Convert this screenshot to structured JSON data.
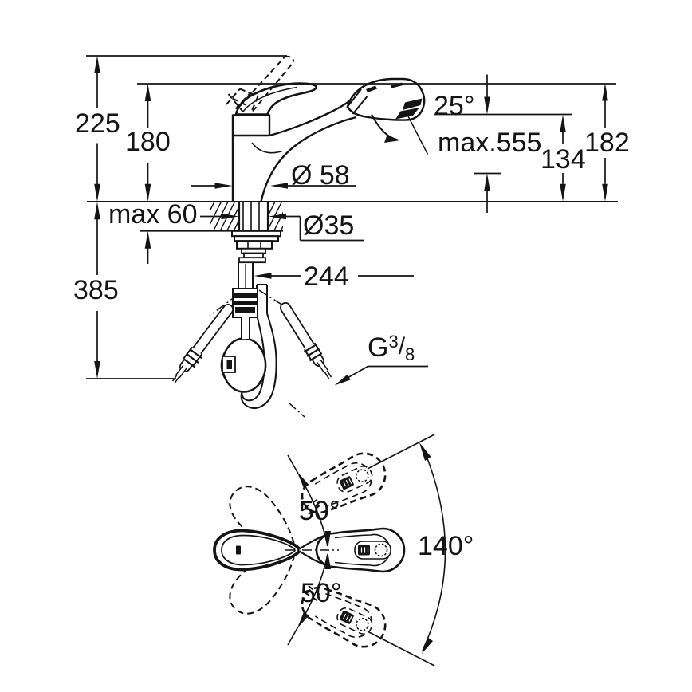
{
  "drawing": {
    "type": "faucet-installation-dimension-diagram",
    "ink_color": "#141414",
    "background": "#ffffff",
    "side_view": {
      "labels": {
        "overall_height": "225",
        "body_height": "180",
        "max_counter_thickness": "max 60",
        "under_counter_depth": "385",
        "body_diameter": "Ø 58",
        "hole_diameter": "Ø35",
        "hose_drop": "244",
        "head_angle": "25°",
        "max_pullout": "max.555",
        "spout_outlet_height": "134",
        "head_top_height": "182",
        "thread": {
          "g": "G",
          "sup": "3",
          "slash": "/",
          "sub": "8"
        }
      }
    },
    "top_view": {
      "labels": {
        "swivel_upper": "50°",
        "swivel_lower": "50°",
        "swivel_total": "140°"
      }
    }
  }
}
